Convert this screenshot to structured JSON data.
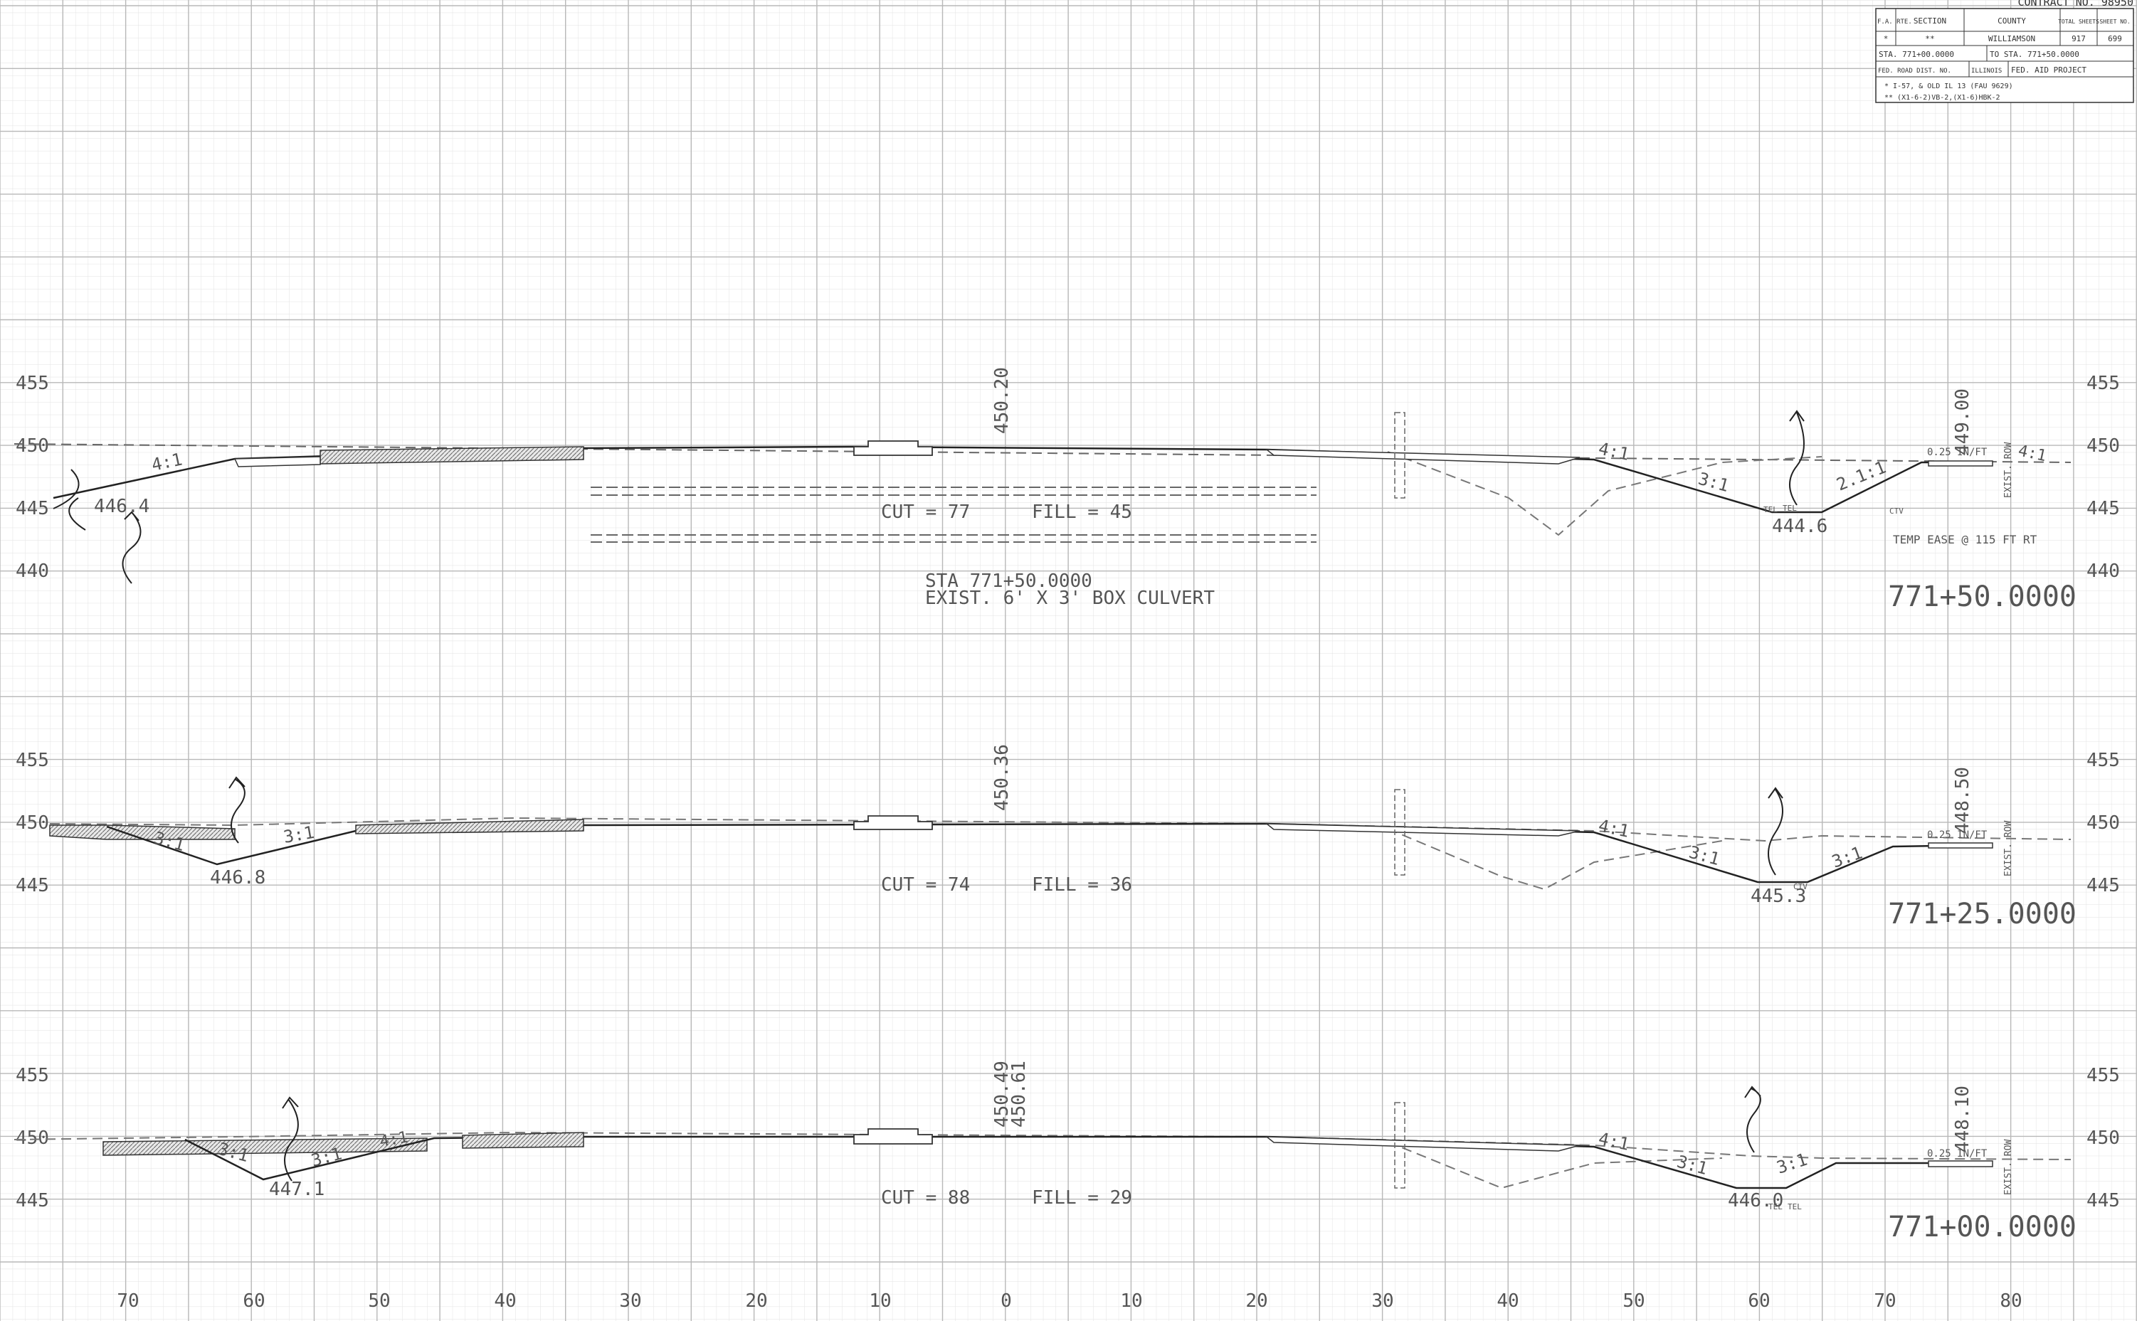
{
  "contract": "CONTRACT NO. 98950",
  "title_block": {
    "headers": [
      "F.A. RTE.",
      "SECTION",
      "COUNTY",
      "TOTAL SHEETS",
      "SHEET NO."
    ],
    "values": [
      "*",
      "**",
      "WILLIAMSON",
      "917",
      "699"
    ],
    "sta_from": "STA. 771+00.0000",
    "sta_to": "TO STA. 771+50.0000",
    "fed_road": "FED. ROAD DIST. NO.",
    "state": "ILLINOIS",
    "fed_aid": "FED. AID PROJECT",
    "note1": "* I-57, & OLD IL 13 (FAU 9629)",
    "note2": "** (X1-6-2)VB-2,(X1-6)HBK-2"
  },
  "x_axis_labels": [
    "70",
    "60",
    "50",
    "40",
    "30",
    "20",
    "10",
    "0",
    "10",
    "20",
    "30",
    "40",
    "50",
    "60",
    "70",
    "80"
  ],
  "sections": [
    {
      "station": "771+50.0000",
      "elev_labels": [
        "455",
        "450",
        "445",
        "440"
      ],
      "centerline_elev": "450.20",
      "cut": "CUT = 77",
      "fill": "FILL = 45",
      "low_left": "446.4",
      "low_right": "444.6",
      "edge_elev": "449.00",
      "slope_labels": [
        "4:1",
        "4:1",
        "3:1",
        "2.1:1",
        "4:1"
      ],
      "pavement_slope": "0.25 IN/FT",
      "row_label": "EXIST. ROW",
      "easement": "TEMP EASE @ 115 FT RT",
      "culvert_sta": "STA 771+50.0000",
      "culvert_desc": "EXIST. 6' X 3' BOX CULVERT",
      "utility_labels": [
        "TEL",
        "TEL",
        "CTV"
      ]
    },
    {
      "station": "771+25.0000",
      "elev_labels": [
        "455",
        "450",
        "445"
      ],
      "centerline_elev": "450.36",
      "cut": "CUT = 74",
      "fill": "FILL = 36",
      "low_left": "446.8",
      "low_right": "445.3",
      "edge_elev": "448.50",
      "slope_labels": [
        "3:1",
        "3:1",
        "4:1",
        "3:1",
        "3:1"
      ],
      "pavement_slope": "0.25 IN/FT",
      "row_label": "EXIST. ROW",
      "utility_labels": [
        "CTV"
      ]
    },
    {
      "station": "771+00.0000",
      "elev_labels": [
        "455",
        "450",
        "445"
      ],
      "centerline_elev": "450.49",
      "centerline_elev2": "450.61",
      "cut": "CUT = 88",
      "fill": "FILL = 29",
      "low_left": "447.1",
      "low_right": "446.0",
      "edge_elev": "448.10",
      "slope_labels": [
        "3:1",
        "3:1",
        "4:1",
        "4:1",
        "3:1",
        "3:1"
      ],
      "pavement_slope": "0.25 IN/FT",
      "row_label": "EXIST. ROW",
      "utility_labels": [
        "TEL",
        "TEL"
      ]
    }
  ]
}
